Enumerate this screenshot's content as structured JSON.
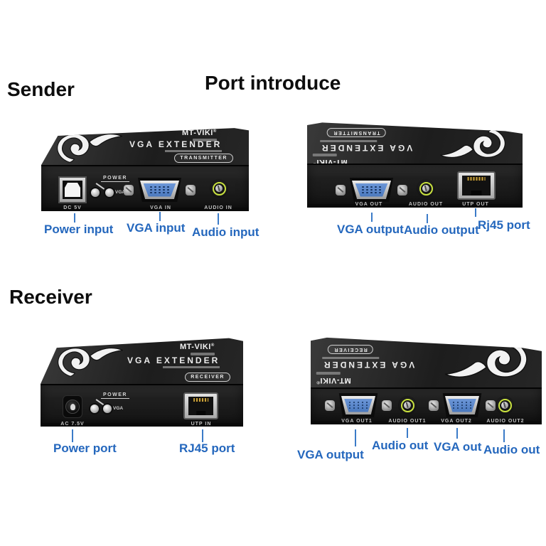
{
  "headings": {
    "sender": "Sender",
    "port_introduce": "Port introduce",
    "receiver": "Receiver"
  },
  "brand": {
    "name": "MT-VIKI",
    "product": "VGA EXTENDER"
  },
  "colors": {
    "callout_blue": "#2467bd",
    "leader_blue": "#3b7bc8",
    "device_black": "#1d1d1d",
    "vga_insert_blue": "#5b89cf",
    "audio_ring_green": "#c9e23f"
  },
  "sender_front": {
    "badge": "TRANSMITTER",
    "power_led_label": "POWER",
    "vga_led_label": "VGA",
    "port_power_label": "DC 5V",
    "port_vga_label": "VGA IN",
    "port_audio_label": "AUDIO IN",
    "callout_power": "Power input",
    "callout_vga": "VGA input",
    "callout_audio": "Audio input"
  },
  "sender_rear": {
    "badge": "TRANSMITTER",
    "port_vga_label": "VGA OUT",
    "port_audio_label": "AUDIO OUT",
    "port_utp_label": "UTP OUT",
    "callout_vga": "VGA output",
    "callout_audio": "Audio output",
    "callout_rj45": "Rj45 port"
  },
  "receiver_front": {
    "badge": "RECEIVER",
    "power_led_label": "POWER",
    "vga_led_label": "VGA",
    "port_power_label": "AC 7.5V",
    "port_utp_label": "UTP IN",
    "callout_power": "Power port",
    "callout_rj45": "RJ45 port"
  },
  "receiver_rear": {
    "badge": "RECEIVER",
    "port_vga1_label": "VGA OUT1",
    "port_audio1_label": "AUDIO OUT1",
    "port_vga2_label": "VGA OUT2",
    "port_audio2_label": "AUDIO OUT2",
    "callout_vga1": "VGA output",
    "callout_audio1": "Audio out",
    "callout_vga2": "VGA out",
    "callout_audio2": "Audio out"
  }
}
